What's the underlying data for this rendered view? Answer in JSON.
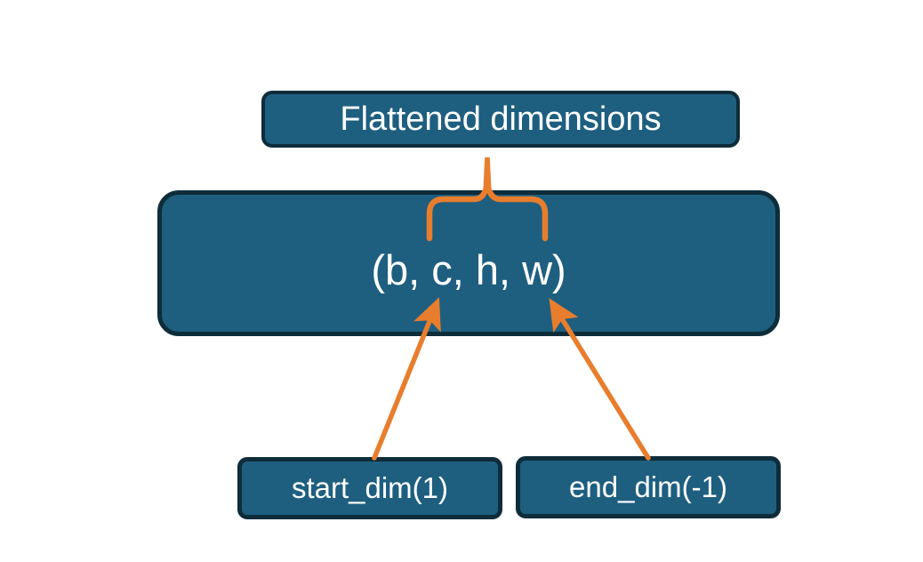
{
  "diagram": {
    "title_box": {
      "label": "Flattened dimensions"
    },
    "tensor_box": {
      "label": "(b, c, h, w)"
    },
    "start_dim_box": {
      "label": "start_dim(1)"
    },
    "end_dim_box": {
      "label": "end_dim(-1)"
    },
    "connectors": {
      "brace": "spans c and h dimensions, stem points to Flattened dimensions box",
      "left_arrow": "from start_dim(1) box up to dimension c",
      "right_arrow": "from end_dim(-1) box up to dimension w"
    },
    "colors": {
      "box_fill": "#1E5F80",
      "box_border": "#0E2C3A",
      "accent_orange": "#E87E2D",
      "text": "#FFFFFF",
      "background": "#FFFFFF"
    }
  }
}
